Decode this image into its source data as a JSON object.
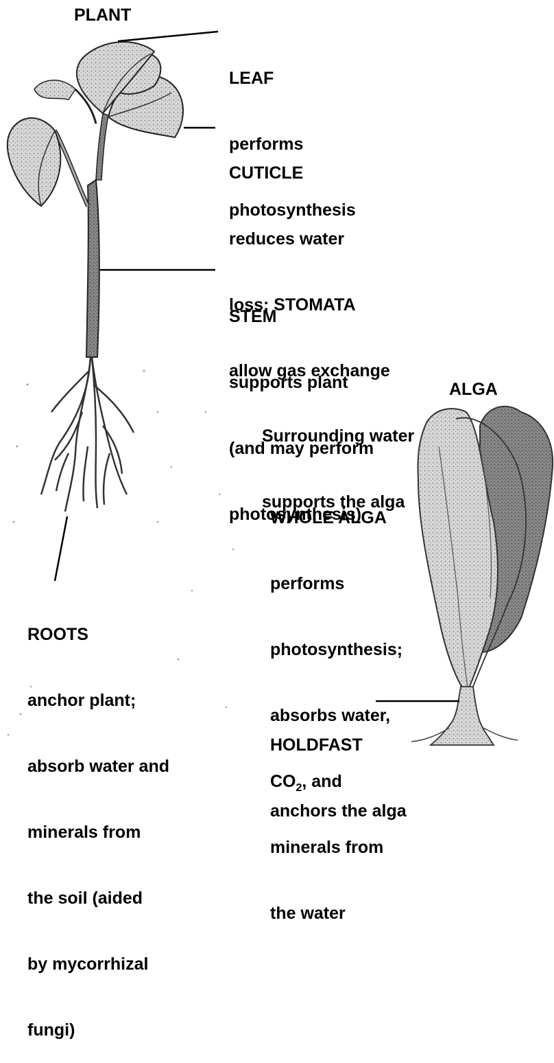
{
  "plant": {
    "title": "PLANT",
    "leaf": {
      "heading": "LEAF",
      "lines": [
        "performs",
        "photosynthesis"
      ]
    },
    "cuticle": {
      "heading": "CUTICLE",
      "lines": [
        "reduces water",
        "loss; STOMATA",
        "allow gas exchange"
      ]
    },
    "stem": {
      "heading": "STEM",
      "lines": [
        "supports plant",
        "(and may perform",
        "photosynthesis)"
      ]
    },
    "roots": {
      "heading": "ROOTS",
      "lines": [
        "anchor plant;",
        "absorb water and",
        "minerals from",
        "the soil (aided",
        "by mycorrhizal",
        "fungi)"
      ]
    }
  },
  "alga": {
    "title": "ALGA",
    "surrounding": {
      "lines": [
        "Surrounding water",
        "supports the alga"
      ]
    },
    "whole": {
      "heading": "WHOLE ALGA",
      "lines": [
        "performs",
        "photosynthesis;",
        "absorbs water,"
      ],
      "co2_main": "CO",
      "co2_sub": "2",
      "co2_rest": ", and",
      "lines2": [
        "minerals from",
        "the water"
      ]
    },
    "holdfast": {
      "heading": "HOLDFAST",
      "lines": [
        "anchors the alga"
      ]
    }
  },
  "colors": {
    "ink": "#000000",
    "leaf_fill": "#cfcfcf",
    "stem_fill": "#9a9a9a",
    "alga_fill": "#c8c8c8",
    "alga_dark": "#6f6f6f"
  }
}
